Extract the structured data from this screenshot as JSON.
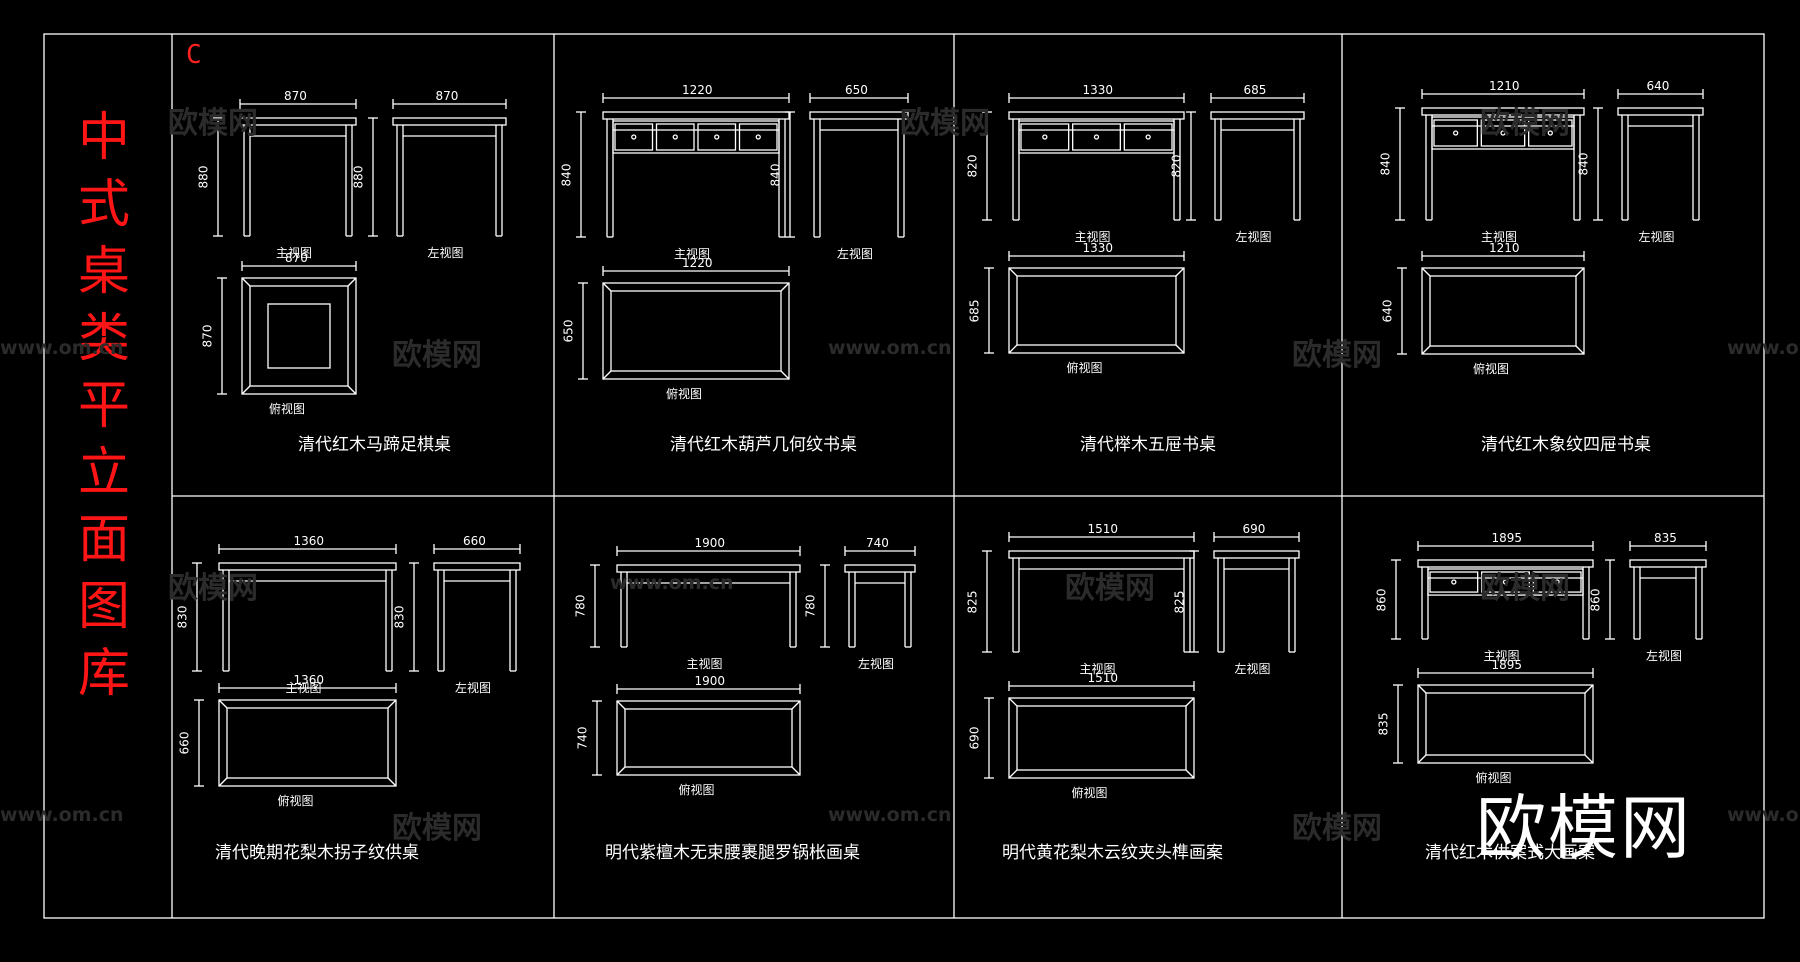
{
  "page_title": [
    "中",
    "式",
    "桌",
    "类",
    "平",
    "立",
    "面",
    "图",
    "库"
  ],
  "corner_mark": "C",
  "logo": "欧模网",
  "watermark": {
    "brand": "欧模网",
    "url": "www.om.cn"
  },
  "view_labels": {
    "main": "主视图",
    "left": "左视图",
    "top": "俯视图"
  },
  "tables": [
    {
      "name": "清代红木马蹄足棋桌",
      "width": "870",
      "depth": "870",
      "height": "880"
    },
    {
      "name": "清代红木葫芦几何纹书桌",
      "width": "1220",
      "depth": "650",
      "height": "840"
    },
    {
      "name": "清代榉木五屉书桌",
      "width": "1330",
      "depth": "685",
      "height": "820"
    },
    {
      "name": "清代红木象纹四屉书桌",
      "width": "1210",
      "depth": "640",
      "height": "840"
    },
    {
      "name": "清代晚期花梨木拐子纹供桌",
      "width": "1360",
      "depth": "660",
      "height": "830"
    },
    {
      "name": "明代紫檀木无束腰裹腿罗锅枨画桌",
      "width": "1900",
      "depth": "740",
      "height": "780"
    },
    {
      "name": "明代黄花梨木云纹夹头榫画案",
      "width": "1510",
      "depth": "690",
      "height": "825"
    },
    {
      "name": "清代红木供案式大画案",
      "width": "1895",
      "depth": "835",
      "height": "860"
    }
  ]
}
